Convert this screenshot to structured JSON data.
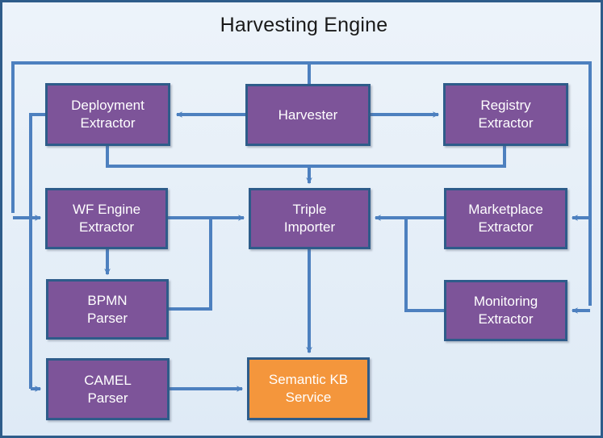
{
  "diagram": {
    "title": "Harvesting Engine",
    "colors": {
      "component_fill": "#7d5499",
      "service_fill": "#f4963c",
      "border": "#2e5c8a",
      "connector": "#4d80bf",
      "canvas_background": "#e3edf7"
    },
    "nodes": [
      {
        "id": "deployment-extractor",
        "label": "Deployment\nExtractor",
        "kind": "component"
      },
      {
        "id": "harvester",
        "label": "Harvester",
        "kind": "component"
      },
      {
        "id": "registry-extractor",
        "label": "Registry\nExtractor",
        "kind": "component"
      },
      {
        "id": "wf-engine-extractor",
        "label": "WF Engine\nExtractor",
        "kind": "component"
      },
      {
        "id": "triple-importer",
        "label": "Triple\nImporter",
        "kind": "component"
      },
      {
        "id": "marketplace-extractor",
        "label": "Marketplace\nExtractor",
        "kind": "component"
      },
      {
        "id": "bpmn-parser",
        "label": "BPMN\nParser",
        "kind": "component"
      },
      {
        "id": "monitoring-extractor",
        "label": "Monitoring\nExtractor",
        "kind": "component"
      },
      {
        "id": "camel-parser",
        "label": "CAMEL\nParser",
        "kind": "component"
      },
      {
        "id": "semantic-kb-service",
        "label": "Semantic KB\nService",
        "kind": "service"
      }
    ],
    "edges": [
      {
        "from": "harvester",
        "to": "deployment-extractor"
      },
      {
        "from": "harvester",
        "to": "registry-extractor"
      },
      {
        "from": "harvester",
        "to": "wf-engine-extractor"
      },
      {
        "from": "harvester",
        "to": "camel-parser"
      },
      {
        "from": "harvester",
        "to": "marketplace-extractor"
      },
      {
        "from": "harvester",
        "to": "monitoring-extractor"
      },
      {
        "from": "deployment-extractor",
        "to": "triple-importer"
      },
      {
        "from": "registry-extractor",
        "to": "triple-importer"
      },
      {
        "from": "wf-engine-extractor",
        "to": "triple-importer"
      },
      {
        "from": "wf-engine-extractor",
        "to": "bpmn-parser"
      },
      {
        "from": "bpmn-parser",
        "to": "triple-importer"
      },
      {
        "from": "marketplace-extractor",
        "to": "triple-importer"
      },
      {
        "from": "monitoring-extractor",
        "to": "triple-importer"
      },
      {
        "from": "triple-importer",
        "to": "semantic-kb-service"
      },
      {
        "from": "camel-parser",
        "to": "semantic-kb-service"
      }
    ]
  }
}
